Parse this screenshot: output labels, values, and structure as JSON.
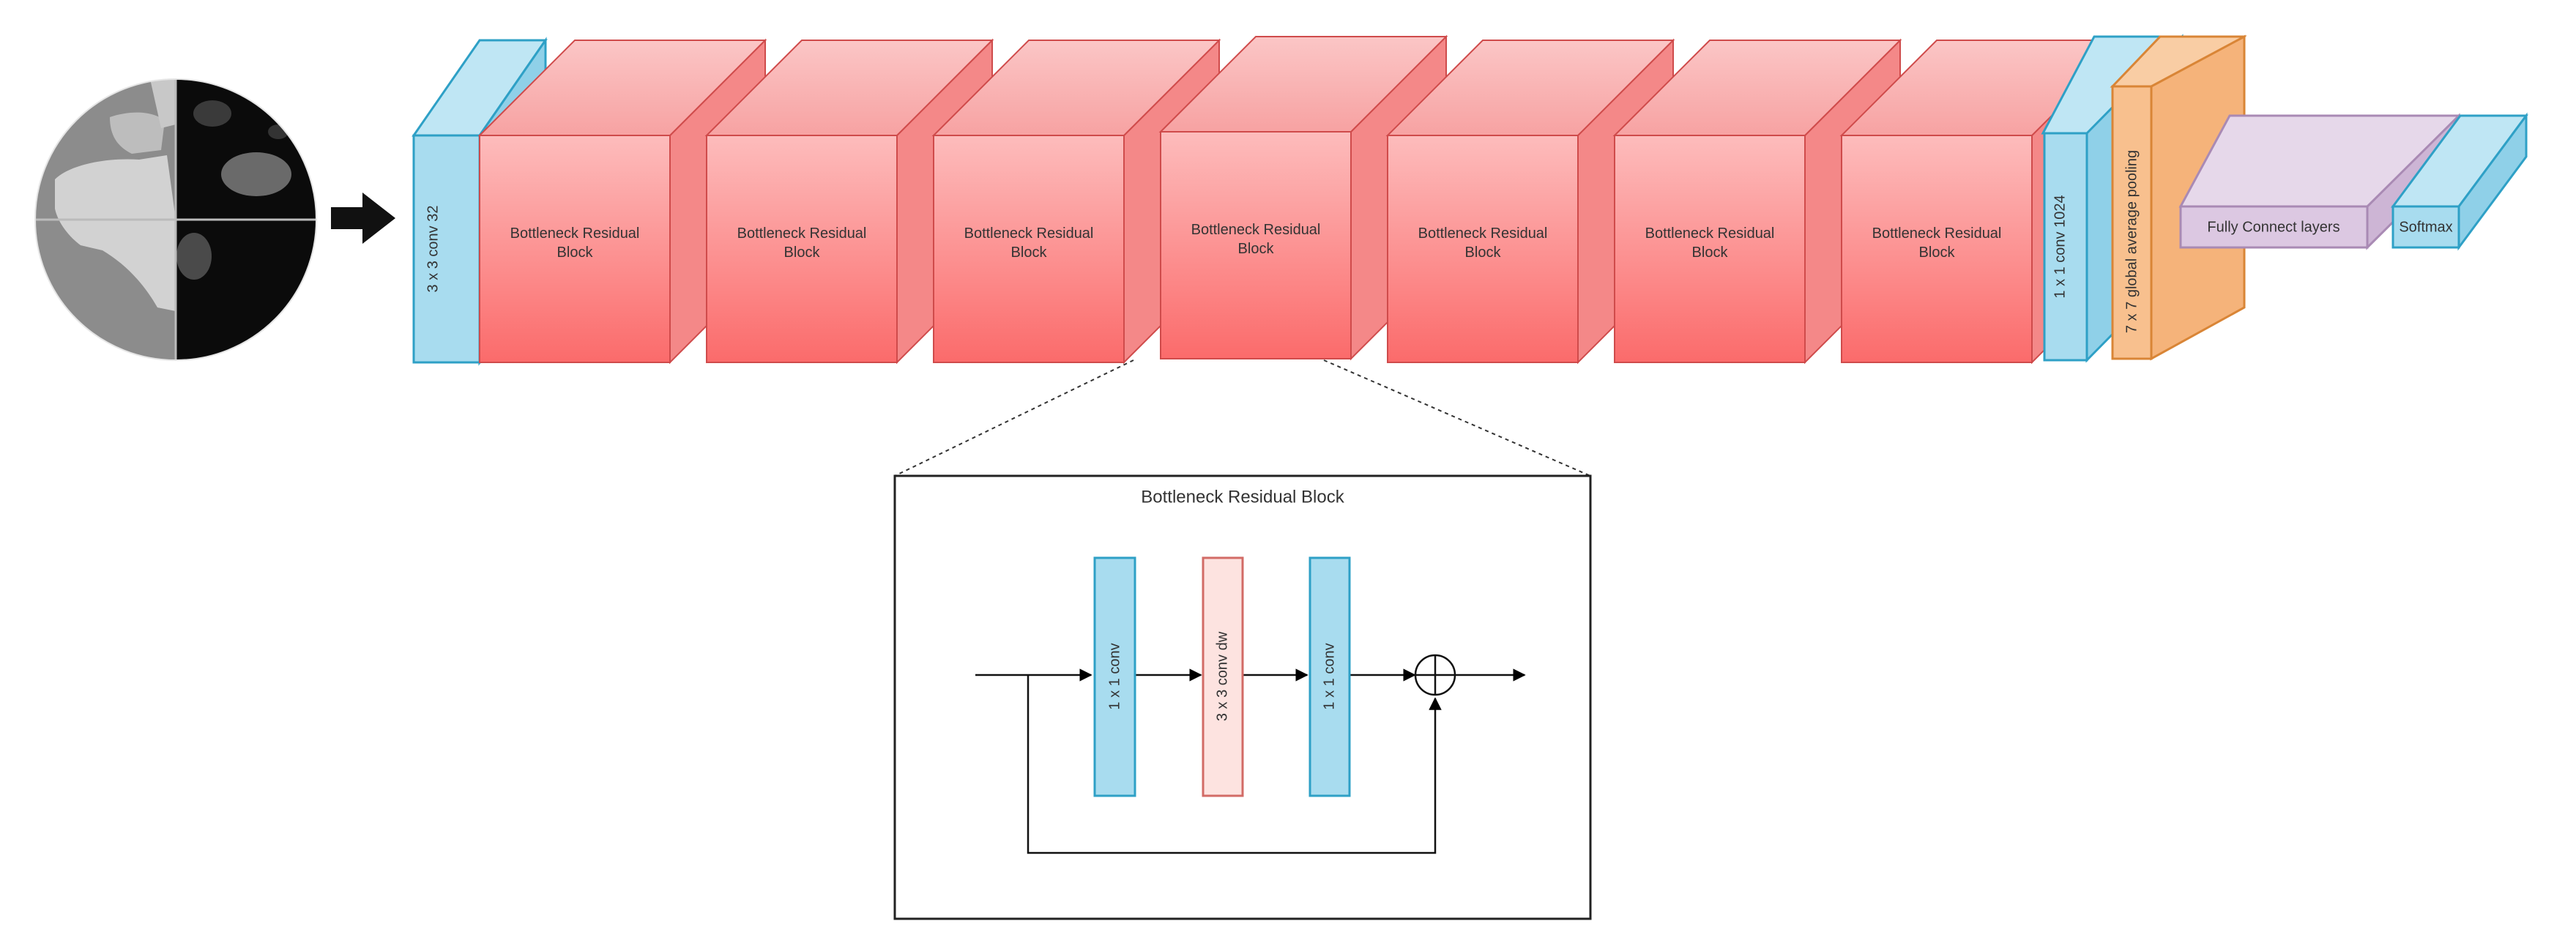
{
  "pipeline": {
    "input_conv_label": "3 x 3 conv 32",
    "bottleneck_line1": "Bottleneck Residual",
    "bottleneck_line2": "Block",
    "bottleneck_block_count": 7,
    "expanded_block_index": 3,
    "output_conv_label": "1 x 1 conv 1024",
    "pooling_label": "7 x 7 global average pooling",
    "fc_label": "Fully Connect layers",
    "softmax_label": "Softmax"
  },
  "detail": {
    "title": "Bottleneck Residual Block",
    "conv1_label": "1 x 1 conv",
    "dwconv_label": "3 x 3 conv dw",
    "conv2_label": "1 x 1 conv"
  },
  "colors": {
    "conv_fill": "#a8dcef",
    "conv_stroke": "#2ea0c6",
    "block_top": "#fdbcbc",
    "block_bottom": "#fb6b6b",
    "block_side": "#f26a6a",
    "block_stroke": "#cf4b4b",
    "pool_fill": "#f8c08e",
    "pool_stroke": "#d98536",
    "fc_fill": "#dcc8e2",
    "fc_stroke": "#a98ab4",
    "dw_fill": "#fde3e0",
    "dw_stroke": "#d26b66",
    "input_dark": "#0b0b0b",
    "input_mid": "#8c8c8c",
    "input_light": "#d2d2d2"
  },
  "icons": {
    "flow_arrow": "arrow-right-icon",
    "sum_node": "circle-plus-icon"
  }
}
